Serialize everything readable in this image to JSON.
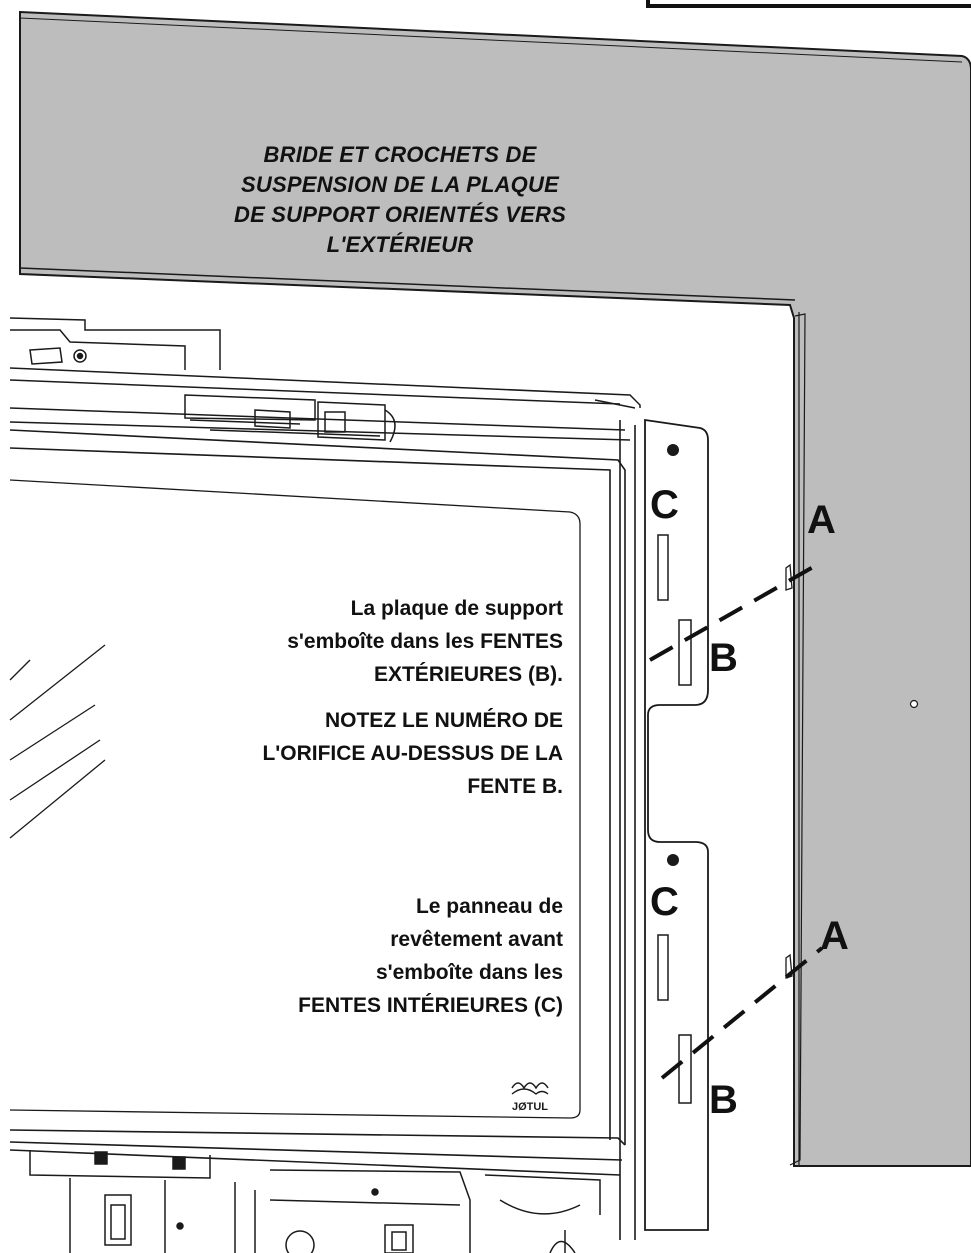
{
  "diagram": {
    "heading_lines": [
      "BRIDE ET CROCHETS DE",
      "SUSPENSION DE LA PLAQUE",
      "DE SUPPORT ORIENTÉS VERS",
      "L'EXTÉRIEUR"
    ],
    "support_plate_note_lines": [
      "La plaque de support",
      "s'emboîte dans les FENTES",
      "EXTÉRIEURES (B)."
    ],
    "orifice_note_lines": [
      "NOTEZ LE NUMÉRO DE",
      "L'ORIFICE AU-DESSUS DE LA",
      "FENTE B."
    ],
    "front_panel_note_lines": [
      "Le panneau de",
      "revêtement avant",
      "s'emboîte dans les",
      "FENTES INTÉRIEURES (C)"
    ],
    "callouts": {
      "a_upper": "A",
      "a_lower": "A",
      "b_upper": "B",
      "b_lower": "B",
      "c_upper": "C",
      "c_lower": "C"
    },
    "logo_text": "JØTUL",
    "colors": {
      "surround": "#bdbdbd",
      "line": "#1a1a1a",
      "background": "#ffffff"
    }
  }
}
